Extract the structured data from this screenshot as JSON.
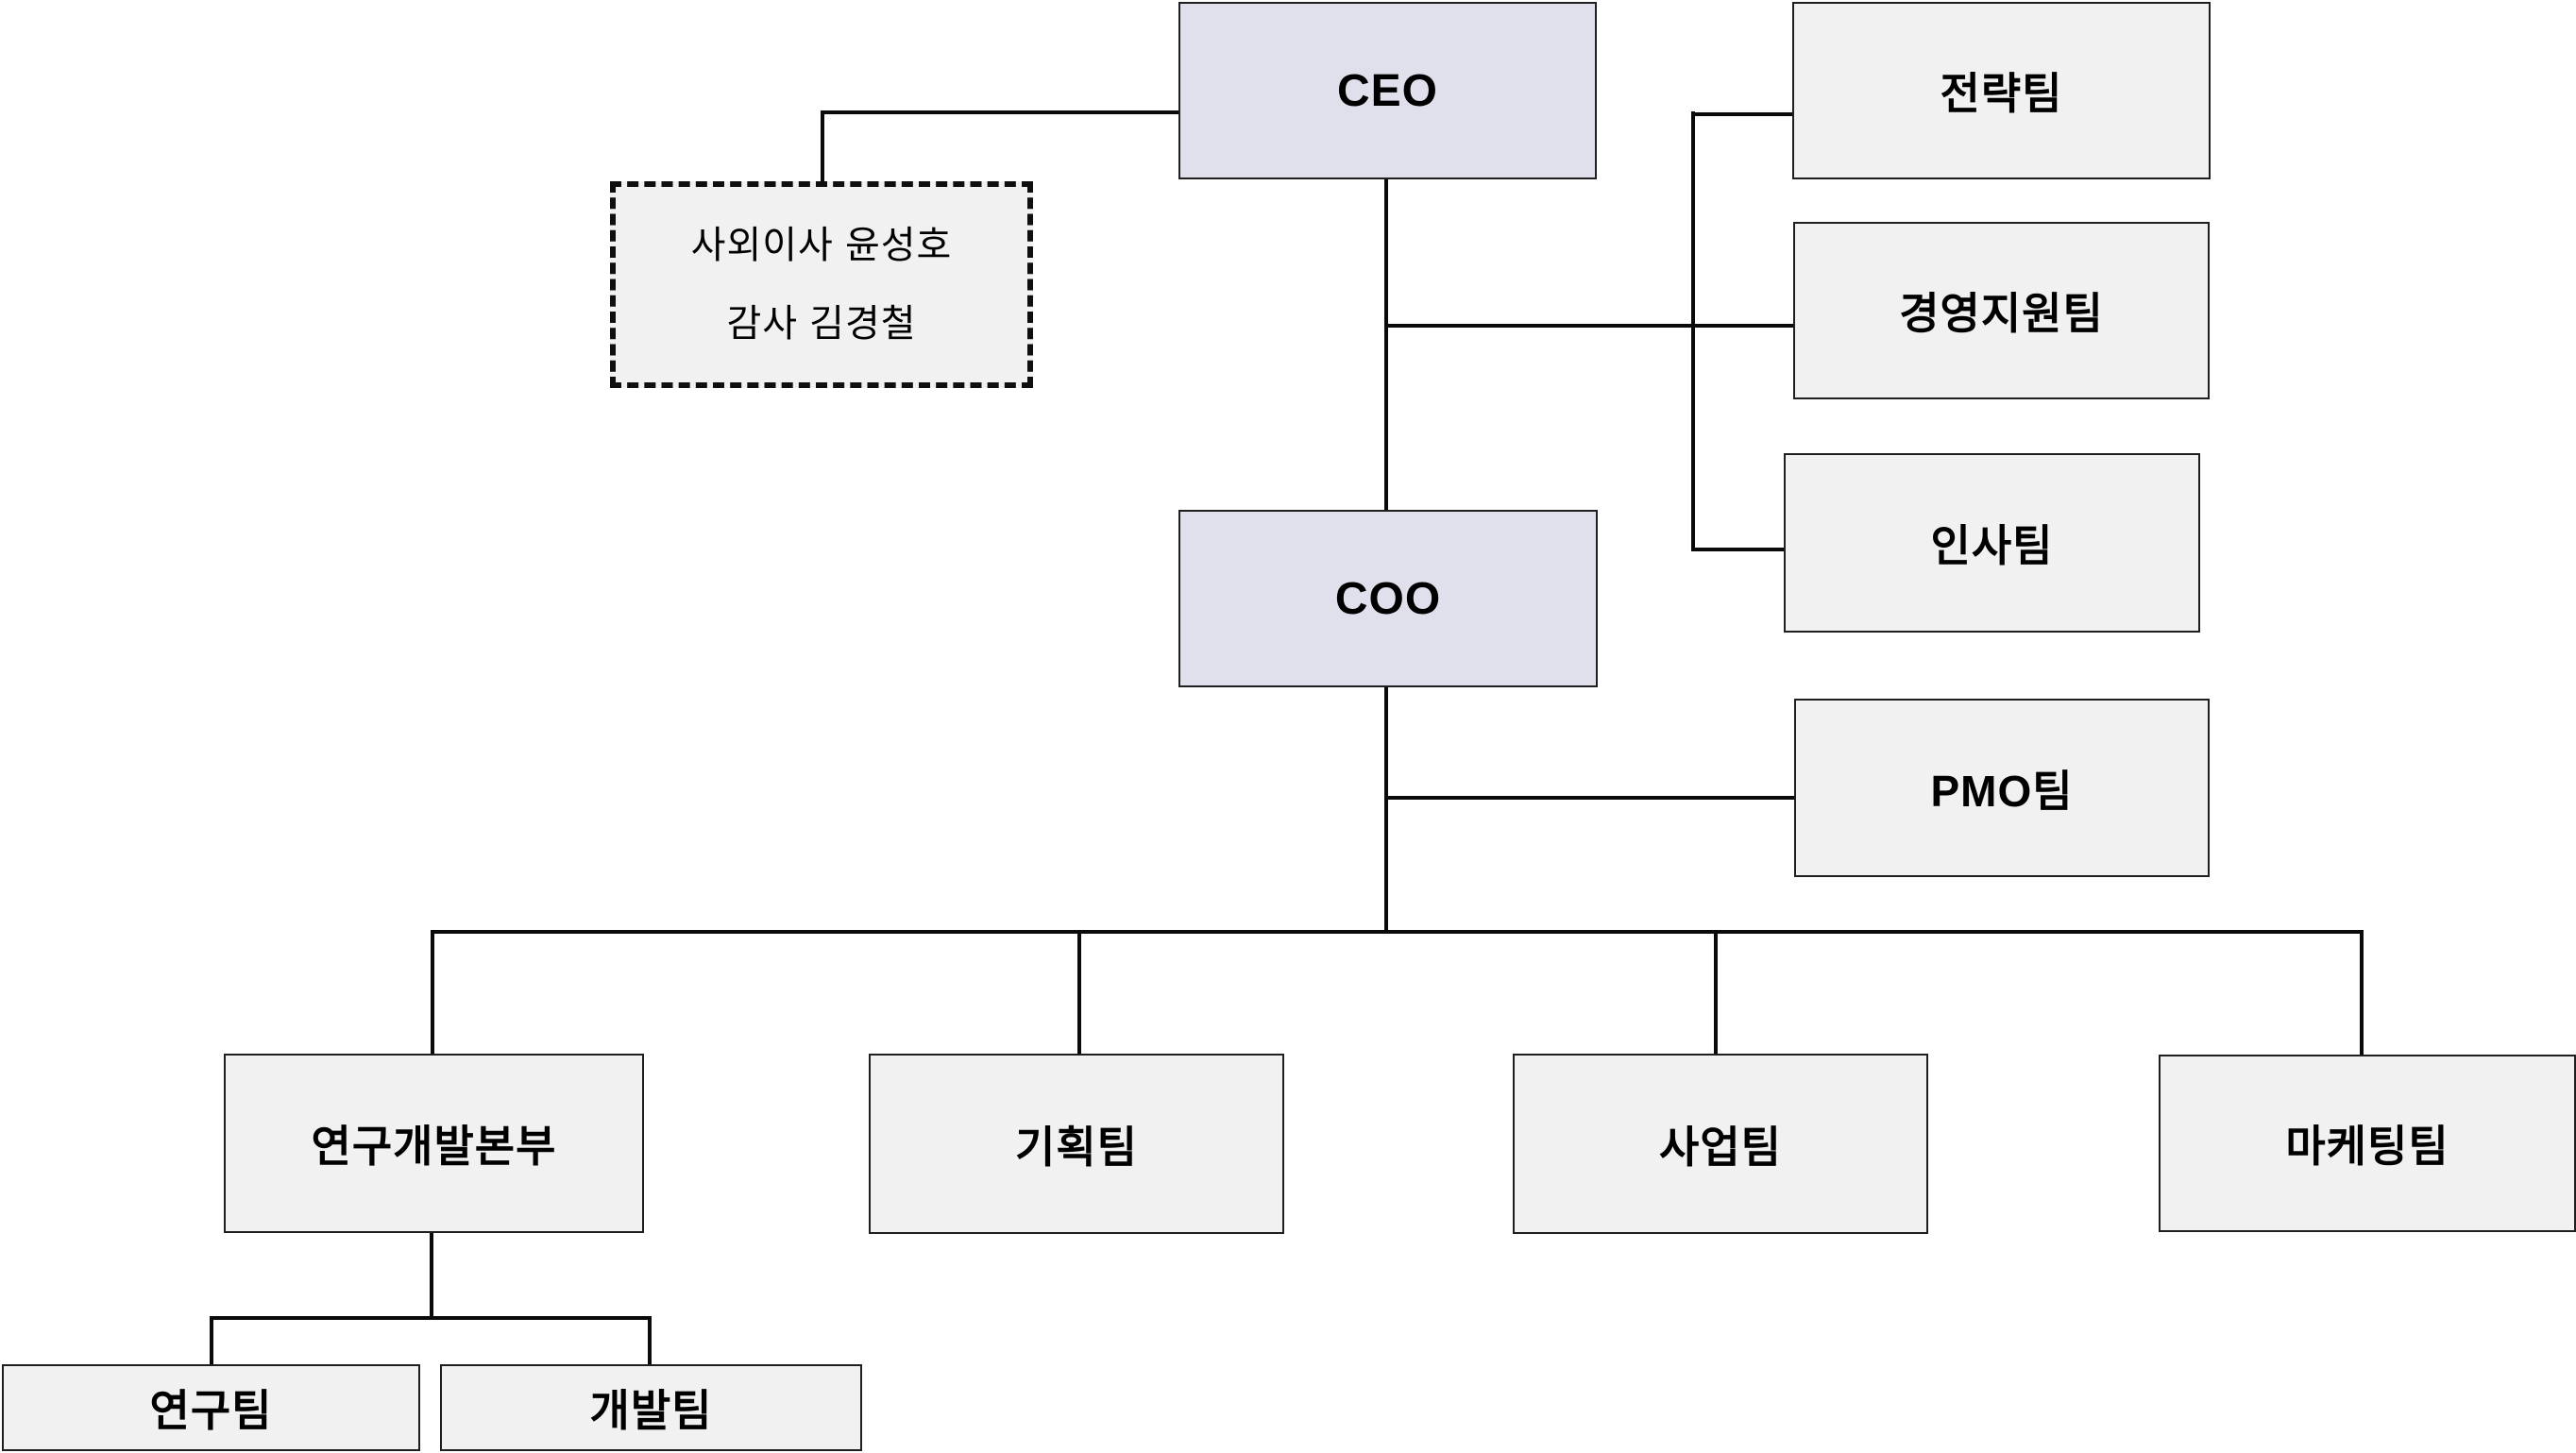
{
  "diagram": {
    "type": "org-chart",
    "background": "#ffffff",
    "colors": {
      "executive_fill": "#e0e0ec",
      "team_fill": "#f1f1f1",
      "node_border": "#1f1f1f",
      "connector": "#0a0a0a",
      "page_bg": "#ffffff",
      "text": "#000000"
    },
    "nodes": {
      "ceo": {
        "label": "CEO",
        "kind": "executive"
      },
      "coo": {
        "label": "COO",
        "kind": "executive"
      },
      "advisory": {
        "line1": "사외이사 윤성호",
        "line2": "감사 김경철",
        "kind": "advisory-dashed"
      },
      "strategy": {
        "label": "전략팀",
        "kind": "team"
      },
      "mgmt_support": {
        "label": "경영지원팀",
        "kind": "team"
      },
      "hr": {
        "label": "인사팀",
        "kind": "team"
      },
      "pmo": {
        "label": "PMO팀",
        "kind": "team"
      },
      "rnd_division": {
        "label": "연구개발본부",
        "kind": "division"
      },
      "planning": {
        "label": "기획팀",
        "kind": "team"
      },
      "business": {
        "label": "사업팀",
        "kind": "team"
      },
      "marketing": {
        "label": "마케팅팀",
        "kind": "team"
      },
      "research": {
        "label": "연구팀",
        "kind": "team"
      },
      "development": {
        "label": "개발팀",
        "kind": "team"
      }
    },
    "edges": [
      {
        "from": "ceo",
        "to": "advisory",
        "style": "elbow"
      },
      {
        "from": "ceo",
        "to": "coo",
        "style": "straight"
      },
      {
        "from": "ceo",
        "to": "strategy",
        "style": "elbow"
      },
      {
        "from": "ceo",
        "to": "mgmt_support",
        "style": "elbow"
      },
      {
        "from": "ceo",
        "to": "hr",
        "style": "elbow"
      },
      {
        "from": "coo",
        "to": "pmo",
        "style": "elbow"
      },
      {
        "from": "coo",
        "to": "rnd_division",
        "style": "elbow"
      },
      {
        "from": "coo",
        "to": "planning",
        "style": "elbow"
      },
      {
        "from": "coo",
        "to": "business",
        "style": "elbow"
      },
      {
        "from": "coo",
        "to": "marketing",
        "style": "elbow"
      },
      {
        "from": "rnd_division",
        "to": "research",
        "style": "elbow"
      },
      {
        "from": "rnd_division",
        "to": "development",
        "style": "elbow"
      }
    ]
  }
}
